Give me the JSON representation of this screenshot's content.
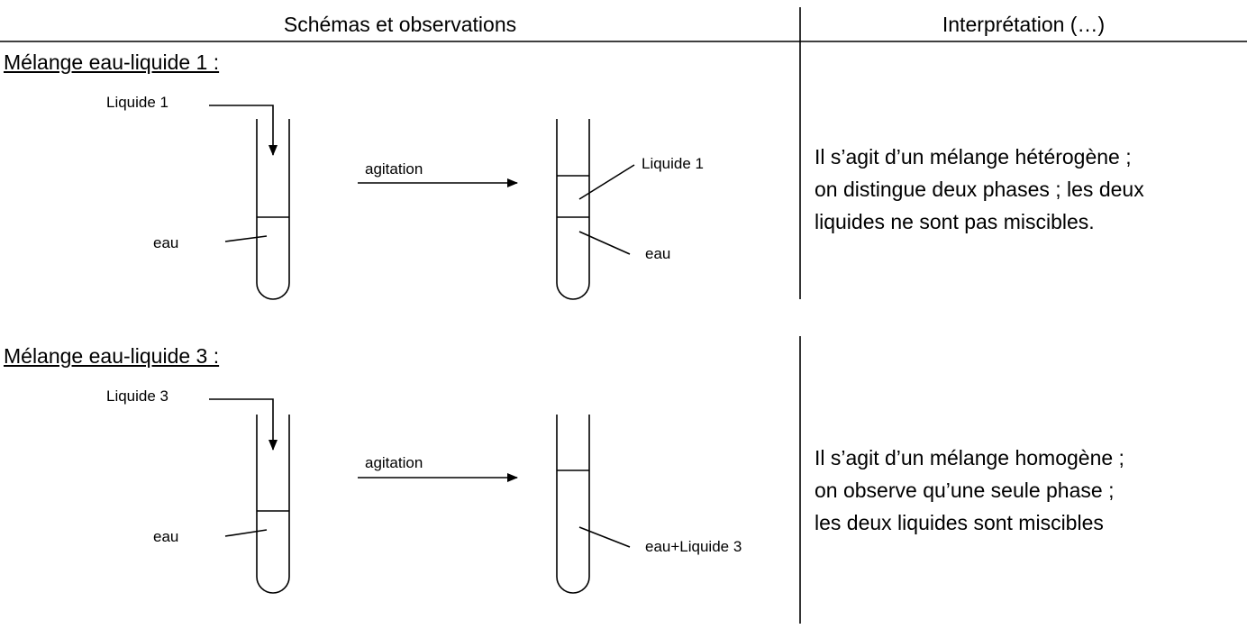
{
  "header": {
    "left": "Schémas et observations",
    "right": "Interprétation (…)"
  },
  "rows": [
    {
      "title": "Mélange eau-liquide 1 :",
      "poured_label": "Liquide 1",
      "water_label": "eau",
      "agitation_label": "agitation",
      "result_top_label": "Liquide 1",
      "result_bottom_label": "eau",
      "interpretation": [
        "Il s’agit d’un mélange hétérogène ;",
        "on distingue deux phases ; les deux",
        "liquides ne sont pas miscibles."
      ]
    },
    {
      "title": "Mélange eau-liquide 3 :",
      "poured_label": "Liquide 3",
      "water_label": "eau",
      "agitation_label": "agitation",
      "result_label": "eau+Liquide 3",
      "interpretation": [
        "Il s’agit d’un mélange homogène ;",
        "on observe qu’une seule phase ;",
        "les deux liquides sont miscibles"
      ]
    }
  ]
}
